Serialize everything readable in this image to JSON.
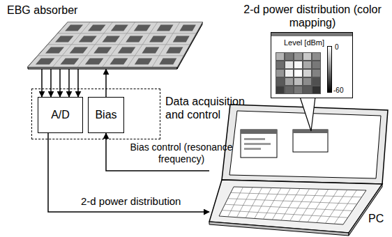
{
  "diagram": {
    "nodes": [
      {
        "text": [
          "EBG absorber"
        ]
      },
      {
        "text": [
          "Data acquisition and control"
        ]
      },
      {
        "text": [
          "A/D"
        ],
        "in": 1
      },
      {
        "text": [
          "Bias"
        ],
        "in": 1
      },
      {
        "text": [
          "PC"
        ]
      },
      {
        "text": [
          "2-d power distribution (color mapping)",
          "Level [dBm]",
          "0",
          "-60"
        ]
      }
    ],
    "edges": [
      {
        "from": 0,
        "to": 2,
        "arrow": "to"
      },
      {
        "from": 0,
        "to": 2,
        "arrow": "to"
      },
      {
        "from": 0,
        "to": 2,
        "arrow": "to"
      },
      {
        "from": 0,
        "to": 2,
        "arrow": "to"
      },
      {
        "from": 0,
        "to": 2,
        "arrow": "to"
      },
      {
        "from": 3,
        "to": 0,
        "arrow": "to"
      },
      {
        "from": 4,
        "to": 3,
        "label": "Bias control (resonance frequency)",
        "arrow": "to"
      },
      {
        "from": 2,
        "to": 4,
        "label": "2-d power distribution",
        "arrow": "to"
      }
    ]
  }
}
